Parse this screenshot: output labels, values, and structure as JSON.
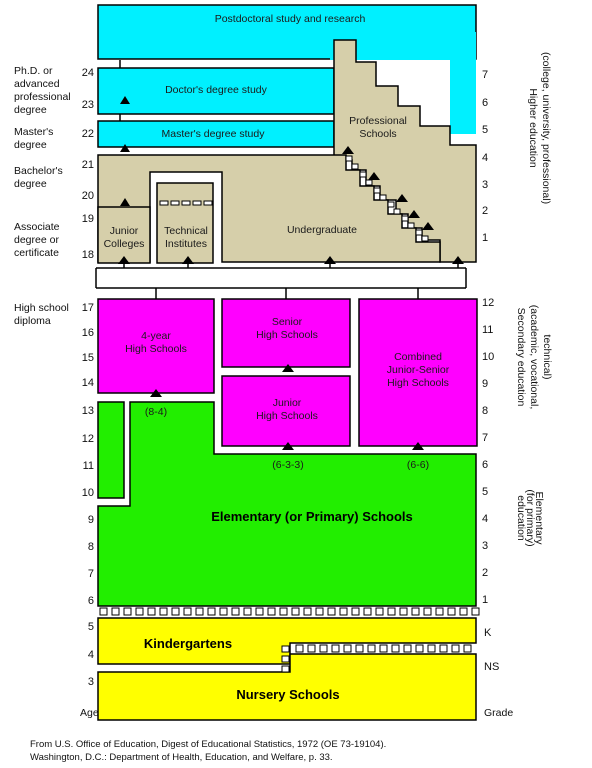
{
  "colors": {
    "higher": "#00f0ff",
    "tan": "#d6cfaa",
    "secondary": "#ff00ff",
    "elementary": "#22ee00",
    "kindergarten": "#ffff00",
    "nursery": "#ffff00",
    "outline": "#000000"
  },
  "boxes": {
    "postdoc": "Postdoctoral study and research",
    "doctor": "Doctor's degree study",
    "master": "Master's degree study",
    "professional_1": "Professional",
    "professional_2": "Schools",
    "junior_colleges_1": "Junior",
    "junior_colleges_2": "Colleges",
    "technical_1": "Technical",
    "technical_2": "Institutes",
    "undergraduate": "Undergraduate",
    "hs4_1": "4-year",
    "hs4_2": "High Schools",
    "senior_1": "Senior",
    "senior_2": "High Schools",
    "combined_1": "Combined",
    "combined_2": "Junior-Senior",
    "combined_3": "High Schools",
    "junior_1": "Junior",
    "junior_2": "High Schools",
    "plan_84": "(8-4)",
    "plan_633": "(6-3-3)",
    "plan_66": "(6-6)",
    "elementary": "Elementary (or Primary) Schools",
    "kindergartens": "Kindergartens",
    "nursery": "Nursery Schools"
  },
  "left_labels": {
    "phd_1": "Ph.D. or",
    "phd_2": "advanced",
    "phd_3": "professional",
    "phd_4": "degree",
    "master_1": "Master's",
    "master_2": "degree",
    "bachelor_1": "Bachelor's",
    "bachelor_2": "degree",
    "associate_1": "Associate",
    "associate_2": "degree or",
    "associate_3": "certificate",
    "hs_1": "High school",
    "hs_2": "diploma",
    "age": "Age"
  },
  "ages": [
    "24",
    "23",
    "22",
    "21",
    "20",
    "19",
    "18",
    "17",
    "16",
    "15",
    "14",
    "13",
    "12",
    "11",
    "10",
    "9",
    "8",
    "7",
    "6",
    "5",
    "4",
    "3"
  ],
  "right_grades": {
    "higher": [
      "7",
      "6",
      "5",
      "4",
      "3",
      "2",
      "1"
    ],
    "secondary": [
      "12",
      "11",
      "10",
      "9",
      "8",
      "7",
      "6"
    ],
    "elementary": [
      "5",
      "4",
      "3",
      "2",
      "1"
    ],
    "k": "K",
    "ns": "NS",
    "grade": "Grade"
  },
  "side_labels": {
    "higher_1": "Higher education",
    "higher_2": "(college, university, professional)",
    "secondary_1": "Secondary education",
    "secondary_2": "(academic, vocational,",
    "secondary_3": "technical)",
    "elementary_1": "Elementary",
    "elementary_2": "(for primary)",
    "elementary_3": "education"
  },
  "source": {
    "line1": "From U.S. Office of Education, Digest of Educational Statistics, 1972 (OE 73-19104).",
    "line2": "Washington, D.C.: Department of Health, Education, and Welfare, p. 33."
  }
}
